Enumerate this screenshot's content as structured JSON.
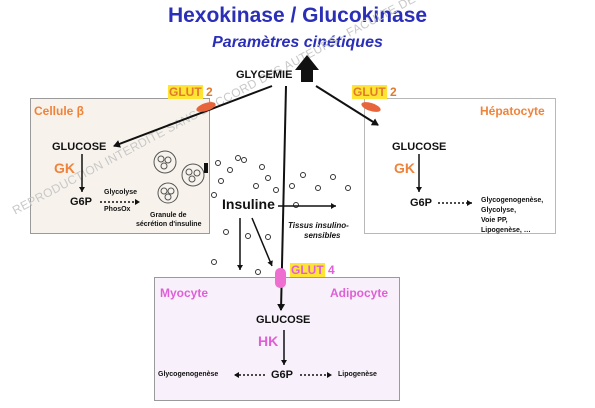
{
  "title": "Hexokinase / Glucokinase",
  "subtitle": "Paramètres cinétiques",
  "glycemie": "GLYCEMIE",
  "glut_left": {
    "name": "GLUT",
    "num": "2"
  },
  "glut_right": {
    "name": "GLUT",
    "num": "2"
  },
  "glut4": {
    "name": "GLUT",
    "num": "4"
  },
  "beta_cell": {
    "label": "Cellule β",
    "glucose": "GLUCOSE",
    "enzyme": "GK",
    "g6p": "G6P",
    "pathway_top": "Glycolyse",
    "pathway_bottom": "PhosOx",
    "granule_line1": "Granule de",
    "granule_line2": "sécrétion d'insuline"
  },
  "hepatocyte": {
    "label": "Hépatocyte",
    "glucose": "GLUCOSE",
    "enzyme": "GK",
    "g6p": "G6P",
    "products": [
      "Glycogenogenèse,",
      "Glycolyse,",
      "Voie PP,",
      "Lipogenèse, …"
    ]
  },
  "insulin": "Insuline",
  "tissues_line1": "Tissus insulino-",
  "tissues_line2": "sensibles",
  "myo_adipo": {
    "label_left": "Myocyte",
    "label_right": "Adipocyte",
    "glucose": "GLUCOSE",
    "enzyme": "HK",
    "g6p": "G6P",
    "left_product": "Glycogenogenèse",
    "right_product": "Lipogenèse"
  },
  "watermark": "REPRODUCTION INTERDITE SANS L'ACCORD DES AUTEURS - FACULTE DE MEDECIN - UNS",
  "colors": {
    "title": "#2b2fb8",
    "orange": "#f0833a",
    "pink": "#e05fd8",
    "glut_highlight": "#ffe433",
    "transporter": "#e8643a",
    "glut4_transporter": "#ee6fd0"
  }
}
